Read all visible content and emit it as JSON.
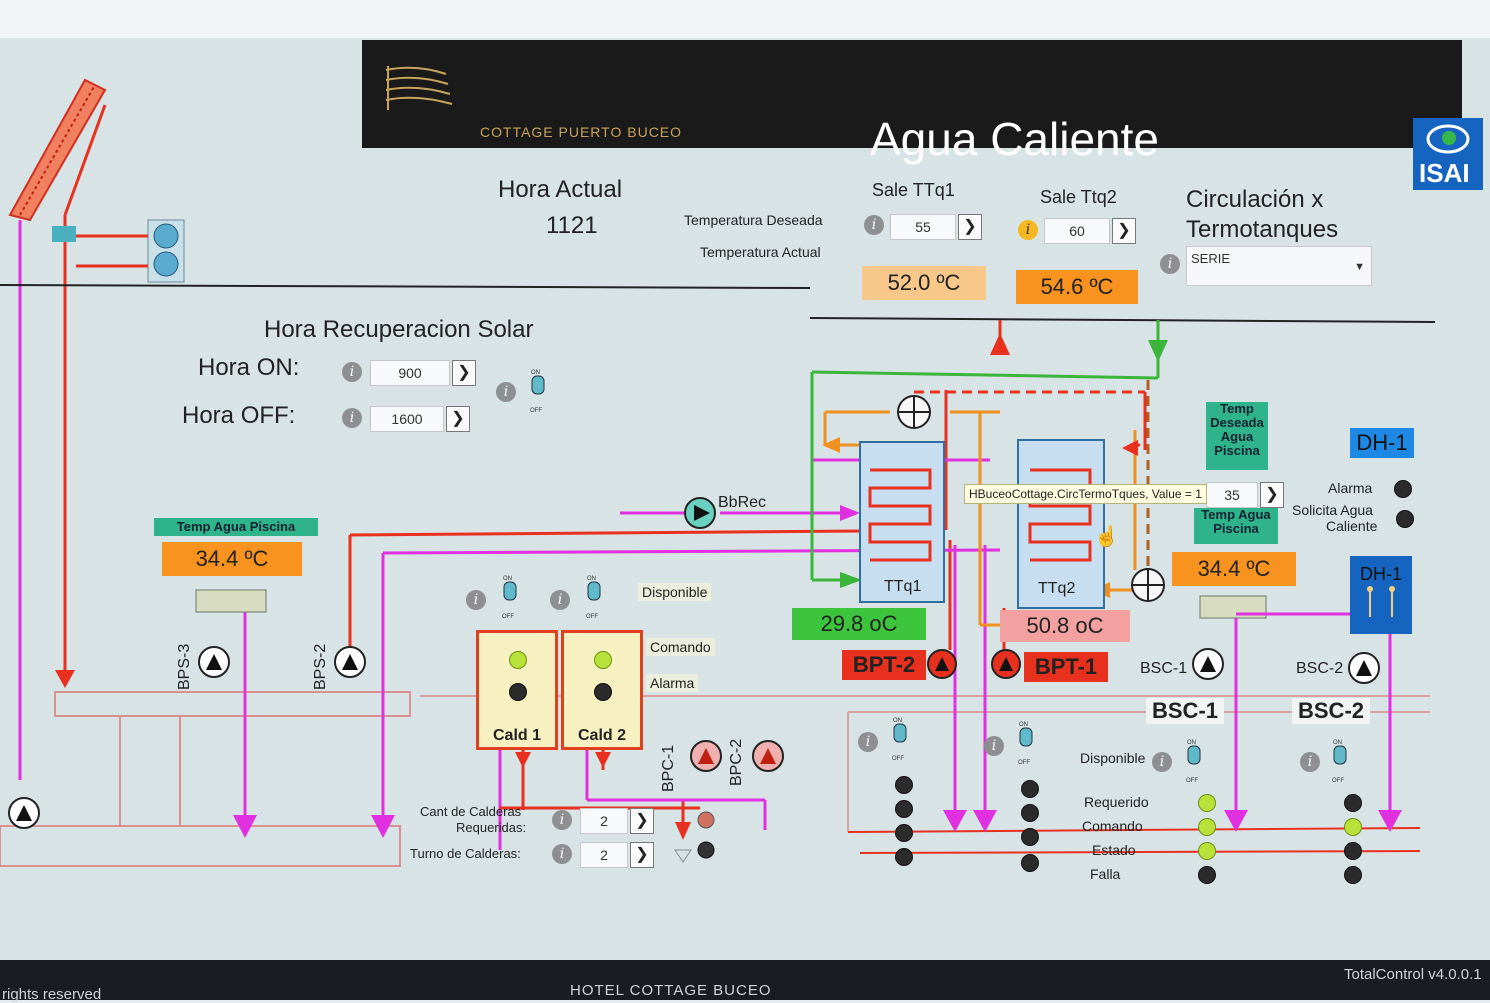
{
  "header": {
    "brand": "COTTAGE PUERTO BUCEO",
    "title": "Agua Caliente",
    "logo_text": "ISAI"
  },
  "time": {
    "label": "Hora Actual",
    "value": "1121"
  },
  "tanks_setpoints": {
    "ttq1_label": "Sale TTq1",
    "ttq2_label": "Sale Ttq2",
    "desired_label": "Temperatura Deseada",
    "actual_label": "Temperatura Actual",
    "ttq1_desired": "55",
    "ttq2_desired": "60",
    "ttq1_actual": "52.0 ºC",
    "ttq2_actual": "54.6 ºC"
  },
  "circulation": {
    "label_line1": "Circulación x",
    "label_line2": "Termotanques",
    "selected": "SERIE"
  },
  "solar": {
    "title": "Hora Recuperacion Solar",
    "on_label": "Hora ON:",
    "off_label": "Hora OFF:",
    "on_value": "900",
    "off_value": "1600"
  },
  "pool": {
    "temp_label": "Temp Agua Piscina",
    "temp_value": "34.4 ºC",
    "temp2_value": "34.4 ºC",
    "desired_label_lines": [
      "Temp",
      "Deseada",
      "Agua",
      "Piscina"
    ],
    "desired_value": "35",
    "temp2_label_lines": [
      "Temp Agua",
      "Piscina"
    ]
  },
  "pumps": {
    "bps3": "BPS-3",
    "bps2": "BPS-2",
    "bbrec": "BbRec",
    "bpc1": "BPC-1",
    "bpc2": "BPC-2",
    "bpt2": "BPT-2",
    "bpt1": "BPT-1",
    "bsc1_small": "BSC-1",
    "bsc2_small": "BSC-2",
    "bsc1": "BSC-1",
    "bsc2": "BSC-2"
  },
  "tanks": {
    "ttq1": "TTq1",
    "ttq2": "TTq2",
    "ttq1_temp": "29.8 oC",
    "ttq2_temp": "50.8 oC"
  },
  "boilers": {
    "cald1": "Cald 1",
    "cald2": "Cald 2",
    "disponible": "Disponible",
    "comando": "Comando",
    "alarma": "Alarma",
    "cant_label_line1": "Cant de Calderas",
    "cant_label_line2": "Requeridas:",
    "cant_value": "2",
    "turno_label": "Turno de Calderas:",
    "turno_value": "2"
  },
  "dh": {
    "dh1": "DH-1",
    "dh1b": "DH-1",
    "alarma": "Alarma",
    "solicita_line1": "Solicita Agua",
    "solicita_line2": "Caliente"
  },
  "status": {
    "disponible": "Disponible",
    "requerido": "Requerido",
    "comando": "Comando",
    "estado": "Estado",
    "falla": "Falla"
  },
  "toggles": {
    "on": "ON",
    "off": "OFF"
  },
  "tooltip": "HBuceoCottage.CircTermoTques, Value = 1",
  "footer": {
    "left": "rights reserved",
    "center": "HOTEL COTTAGE BUCEO",
    "right": "TotalControl v4.0.0.1"
  },
  "colors": {
    "hot_line": "#e8301f",
    "pool_line": "#e030e0",
    "cold_line": "#3ab53a",
    "orange_line": "#f09020",
    "temp_orange": "#f7931e",
    "temp_light": "#f8c88a",
    "ttq1_temp_bg": "#3cc43c",
    "ttq2_temp_bg": "#f2a0a0",
    "teal_tag": "#2fb38a",
    "dh_blue": "#1565c0"
  }
}
